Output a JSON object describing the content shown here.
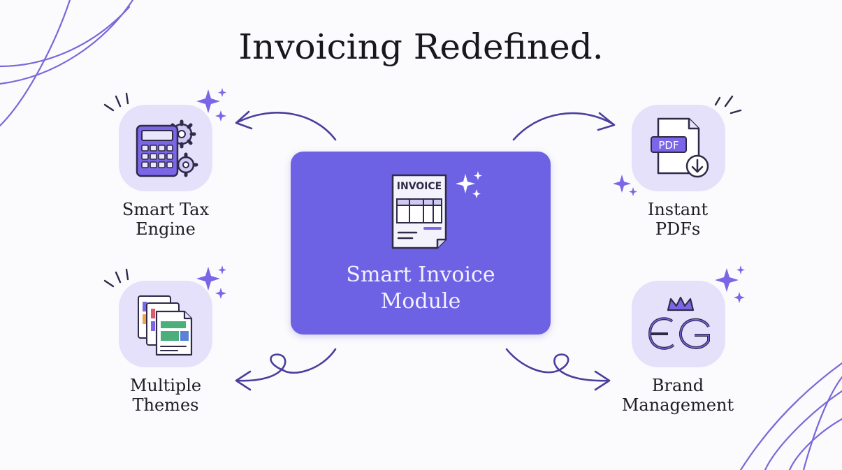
{
  "title": "Invoicing Redefined.",
  "center": {
    "line1": "Smart Invoice",
    "line2": "Module",
    "doc_header": "INVOICE",
    "icon": "invoice-document-icon"
  },
  "features": {
    "tax": {
      "line1": "Smart Tax",
      "line2": "Engine",
      "icon": "calculator-gear-icon"
    },
    "pdf": {
      "line1": "Instant",
      "line2": "PDFs",
      "icon": "pdf-download-icon",
      "badge": "PDF"
    },
    "themes": {
      "line1": "Multiple",
      "line2": "Themes",
      "icon": "themes-pages-icon"
    },
    "brand": {
      "line1": "Brand",
      "line2": "Management",
      "icon": "brand-logo-crown-icon"
    }
  },
  "colors": {
    "accent": "#6e62e4",
    "tile": "#e5e1fb",
    "stroke": "#4a3f9c",
    "sparkle": "#7a66e6"
  }
}
